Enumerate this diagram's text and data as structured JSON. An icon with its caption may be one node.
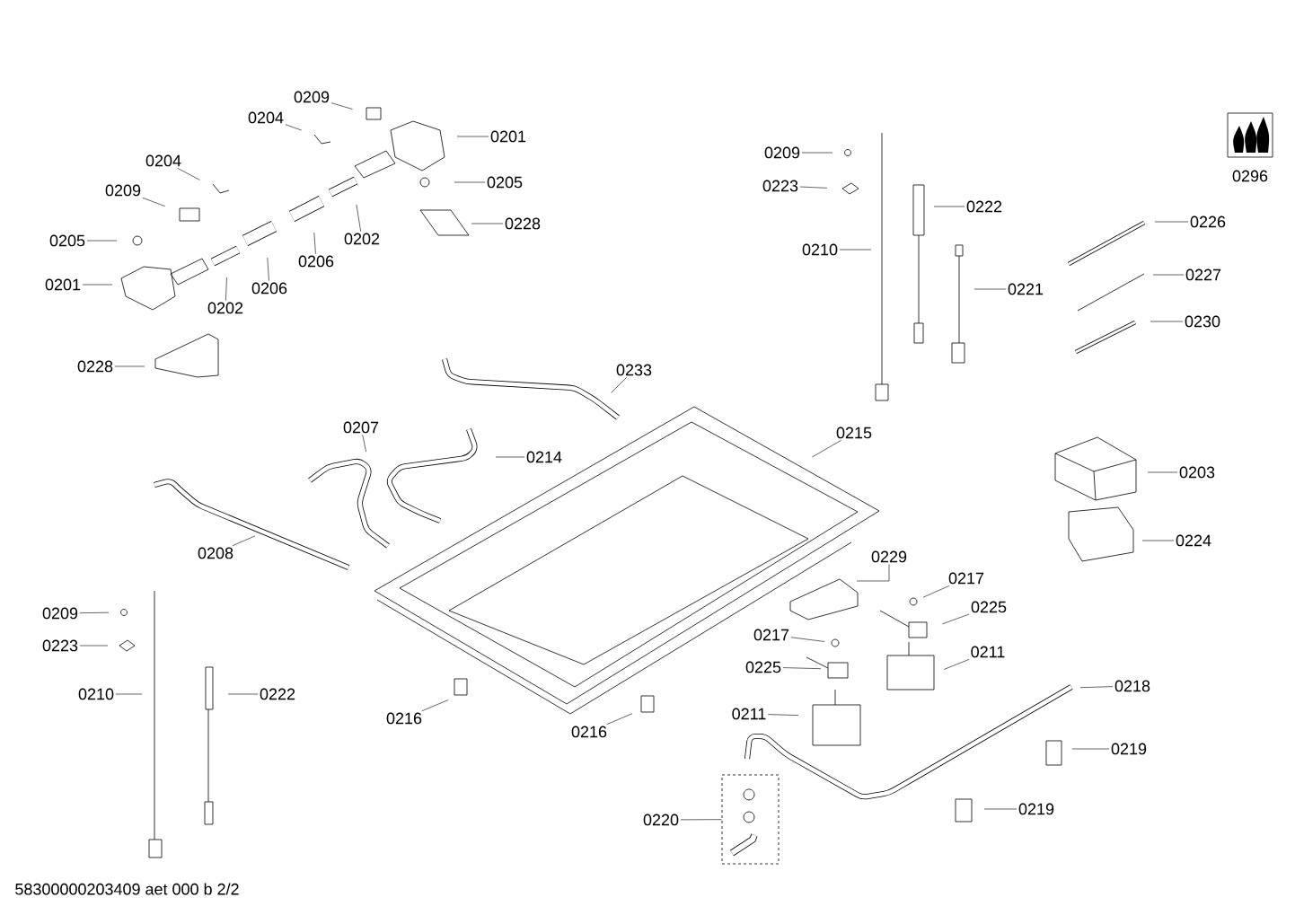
{
  "diagram": {
    "nodes": [
      {
        "text": [
          "0209"
        ]
      },
      {
        "text": [
          "0204"
        ]
      },
      {
        "text": [
          "0201"
        ]
      },
      {
        "text": [
          "0204"
        ]
      },
      {
        "text": [
          "0205"
        ]
      },
      {
        "text": [
          "0209"
        ]
      },
      {
        "text": [
          "0228"
        ]
      },
      {
        "text": [
          "0205"
        ]
      },
      {
        "text": [
          "0202"
        ]
      },
      {
        "text": [
          "0206"
        ]
      },
      {
        "text": [
          "0201"
        ]
      },
      {
        "text": [
          "0206"
        ]
      },
      {
        "text": [
          "0202"
        ]
      },
      {
        "text": [
          "0228"
        ]
      },
      {
        "text": [
          "0233"
        ]
      },
      {
        "text": [
          "0207"
        ]
      },
      {
        "text": [
          "0214"
        ]
      },
      {
        "text": [
          "0215"
        ]
      },
      {
        "text": [
          "0208"
        ]
      },
      {
        "text": [
          "0209"
        ]
      },
      {
        "text": [
          "0223"
        ]
      },
      {
        "text": [
          "0210"
        ]
      },
      {
        "text": [
          "0222"
        ]
      },
      {
        "text": [
          "0221"
        ]
      },
      {
        "text": [
          "0226"
        ]
      },
      {
        "text": [
          "0227"
        ]
      },
      {
        "text": [
          "0230"
        ]
      },
      {
        "text": [
          "0203"
        ]
      },
      {
        "text": [
          "0224"
        ]
      },
      {
        "text": [
          "0229"
        ]
      },
      {
        "text": [
          "0217"
        ]
      },
      {
        "text": [
          "0225"
        ]
      },
      {
        "text": [
          "0217"
        ]
      },
      {
        "text": [
          "0225"
        ]
      },
      {
        "text": [
          "0211"
        ]
      },
      {
        "text": [
          "0211"
        ]
      },
      {
        "text": [
          "0218"
        ]
      },
      {
        "text": [
          "0216"
        ]
      },
      {
        "text": [
          "0216"
        ]
      },
      {
        "text": [
          "0219"
        ]
      },
      {
        "text": [
          "0219"
        ]
      },
      {
        "text": [
          "0220"
        ]
      },
      {
        "text": [
          "0209"
        ]
      },
      {
        "text": [
          "0223"
        ]
      },
      {
        "text": [
          "0210"
        ]
      },
      {
        "text": [
          "0222"
        ]
      },
      {
        "text": [],
        "shape": "box"
      }
    ],
    "edges": [
      {
        "from": 0,
        "to": null,
        "arrow": "none"
      },
      {
        "from": 1,
        "to": null,
        "arrow": "none"
      },
      {
        "from": 2,
        "to": null,
        "arrow": "none"
      },
      {
        "from": 3,
        "to": null,
        "arrow": "none"
      },
      {
        "from": 4,
        "to": null,
        "arrow": "none"
      },
      {
        "from": 5,
        "to": null,
        "arrow": "none"
      },
      {
        "from": 6,
        "to": null,
        "arrow": "none"
      },
      {
        "from": 7,
        "to": null,
        "arrow": "none"
      },
      {
        "from": 8,
        "to": null,
        "arrow": "none"
      },
      {
        "from": 9,
        "to": null,
        "arrow": "none"
      },
      {
        "from": 10,
        "to": null,
        "arrow": "none"
      },
      {
        "from": 11,
        "to": null,
        "arrow": "none"
      },
      {
        "from": 12,
        "to": null,
        "arrow": "none"
      },
      {
        "from": 13,
        "to": null,
        "arrow": "none"
      },
      {
        "from": 14,
        "to": null,
        "arrow": "none"
      },
      {
        "from": 15,
        "to": null,
        "arrow": "none"
      },
      {
        "from": 16,
        "to": null,
        "arrow": "none"
      },
      {
        "from": 17,
        "to": null,
        "arrow": "none"
      },
      {
        "from": 18,
        "to": null,
        "arrow": "none"
      },
      {
        "from": 19,
        "to": null,
        "arrow": "none"
      },
      {
        "from": 20,
        "to": null,
        "arrow": "none"
      },
      {
        "from": 21,
        "to": null,
        "arrow": "none"
      },
      {
        "from": 22,
        "to": null,
        "arrow": "none"
      },
      {
        "from": 23,
        "to": null,
        "arrow": "none"
      },
      {
        "from": 24,
        "to": null,
        "arrow": "none"
      },
      {
        "from": 25,
        "to": null,
        "arrow": "none"
      },
      {
        "from": 26,
        "to": null,
        "arrow": "none"
      },
      {
        "from": 27,
        "to": null,
        "arrow": "none"
      },
      {
        "from": 28,
        "to": null,
        "arrow": "none"
      },
      {
        "from": 29,
        "to": null,
        "arrow": "none"
      },
      {
        "from": 30,
        "to": null,
        "arrow": "none"
      },
      {
        "from": 31,
        "to": null,
        "arrow": "none"
      },
      {
        "from": 32,
        "to": null,
        "arrow": "none"
      },
      {
        "from": 33,
        "to": null,
        "arrow": "none"
      },
      {
        "from": 34,
        "to": null,
        "arrow": "none"
      },
      {
        "from": 35,
        "to": null,
        "arrow": "none"
      },
      {
        "from": 36,
        "to": null,
        "arrow": "none"
      },
      {
        "from": 37,
        "to": null,
        "arrow": "none"
      },
      {
        "from": 38,
        "to": null,
        "arrow": "none"
      },
      {
        "from": 39,
        "to": null,
        "arrow": "none"
      },
      {
        "from": 40,
        "to": null,
        "arrow": "none"
      },
      {
        "from": 41,
        "to": 46,
        "arrow": "none"
      },
      {
        "from": 42,
        "to": null,
        "arrow": "none"
      },
      {
        "from": 43,
        "to": null,
        "arrow": "none"
      },
      {
        "from": 44,
        "to": null,
        "arrow": "none"
      },
      {
        "from": 45,
        "to": null,
        "arrow": "none"
      }
    ],
    "labels": [
      "0296",
      "58300000203409 aet 000 b 2/2"
    ]
  }
}
